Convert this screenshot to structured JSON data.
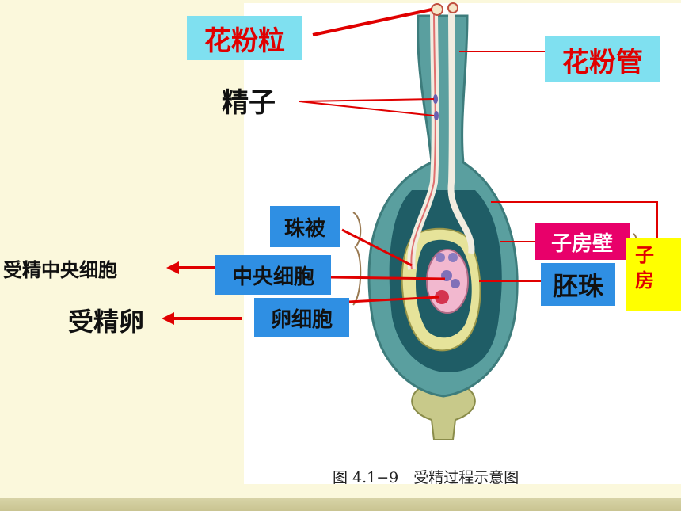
{
  "labels": {
    "pollen_grain": "花粉粒",
    "pollen_tube": "花粉管",
    "sperm": "精子",
    "integument": "珠被",
    "central_cell": "中央细胞",
    "egg_cell": "卵细胞",
    "ovary_wall": "子房壁",
    "ovule": "胚珠",
    "ovary": "子房",
    "fertilized_central_cell": "受精中央细胞",
    "fertilized_egg": "受精卵"
  },
  "caption": "图 4.1−9　受精过程示意图",
  "colors": {
    "background": "#fbf8dc",
    "label_cyan": "#7fe0f0",
    "label_blue": "#2f8fe3",
    "label_pink": "#e8006a",
    "ovary_label": "#ffff00",
    "pointer_red": "#e00000",
    "ovary_teal": "#4f9a9a",
    "ovule_yellow": "#e6e39a"
  }
}
